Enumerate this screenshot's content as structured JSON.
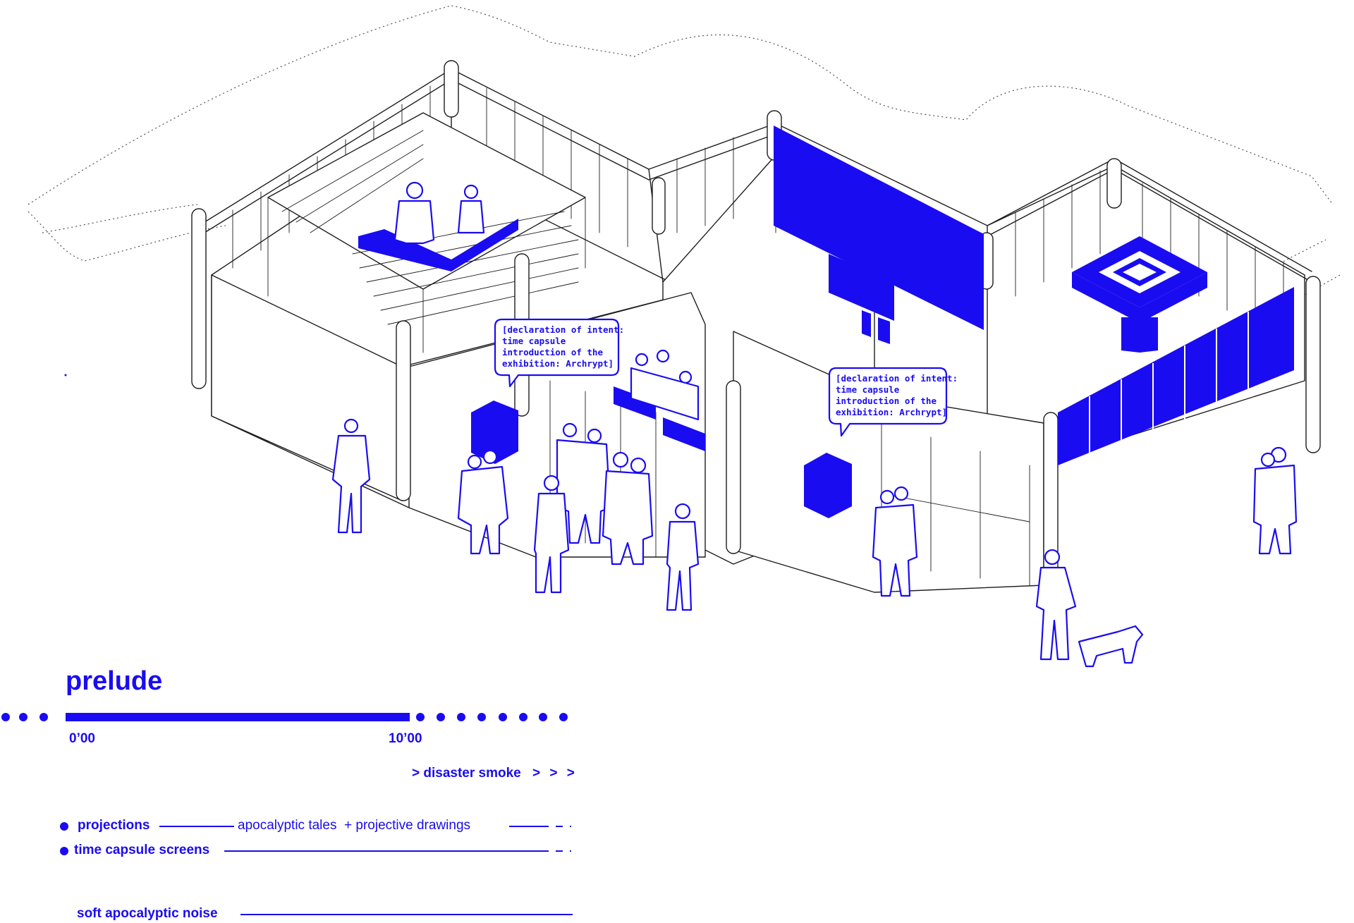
{
  "callouts": [
    {
      "id": "left",
      "lines": [
        "[declaration of intent:",
        "time capsule",
        "introduction of the",
        "exhibition: Archrypt]"
      ]
    },
    {
      "id": "right",
      "lines": [
        "[declaration of intent:",
        "time capsule",
        "introduction of the",
        "exhibition: Archrypt]"
      ]
    }
  ],
  "timeline": {
    "title": "prelude",
    "start_label": "0’00",
    "end_label": "10’00",
    "disaster": "> disaster smoke",
    "disaster_arrows": "> > >",
    "tracks": [
      {
        "label": "projections",
        "note": "apocalyptic tales  + projective drawings"
      },
      {
        "label": "time capsule screens",
        "note": ""
      },
      {
        "label": "soft apocalyptic noise",
        "note": ""
      }
    ]
  },
  "colors": {
    "accent": "#1a0cf0",
    "line": "#1d1d1d"
  }
}
